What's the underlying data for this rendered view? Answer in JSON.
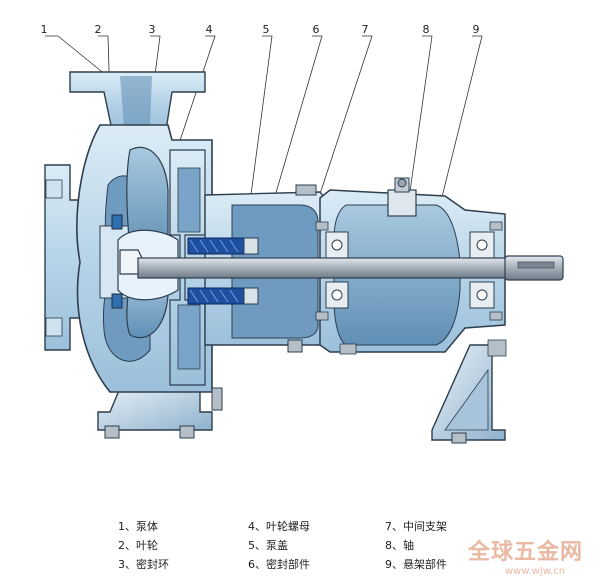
{
  "callouts": [
    "1",
    "2",
    "3",
    "4",
    "5",
    "6",
    "7",
    "8",
    "9"
  ],
  "legend": [
    {
      "num": "1、",
      "label": "泵体"
    },
    {
      "num": "2、",
      "label": "叶轮"
    },
    {
      "num": "3、",
      "label": "密封环"
    },
    {
      "num": "4、",
      "label": "叶轮螺母"
    },
    {
      "num": "5、",
      "label": "泵盖"
    },
    {
      "num": "6、",
      "label": "密封部件"
    },
    {
      "num": "7、",
      "label": "中间支架"
    },
    {
      "num": "8、",
      "label": "轴"
    },
    {
      "num": "9、",
      "label": "悬架部件"
    }
  ],
  "watermark": {
    "brand": "全球五金网",
    "url": "www.wjw.cn"
  },
  "colors": {
    "body": "#c7e0ef",
    "body_dark": "#8fb6d2",
    "outline": "#2d3e4f",
    "seal": "#1f4fa0",
    "shaft": "#9aa6b0",
    "bearing": "#e8edf2"
  }
}
